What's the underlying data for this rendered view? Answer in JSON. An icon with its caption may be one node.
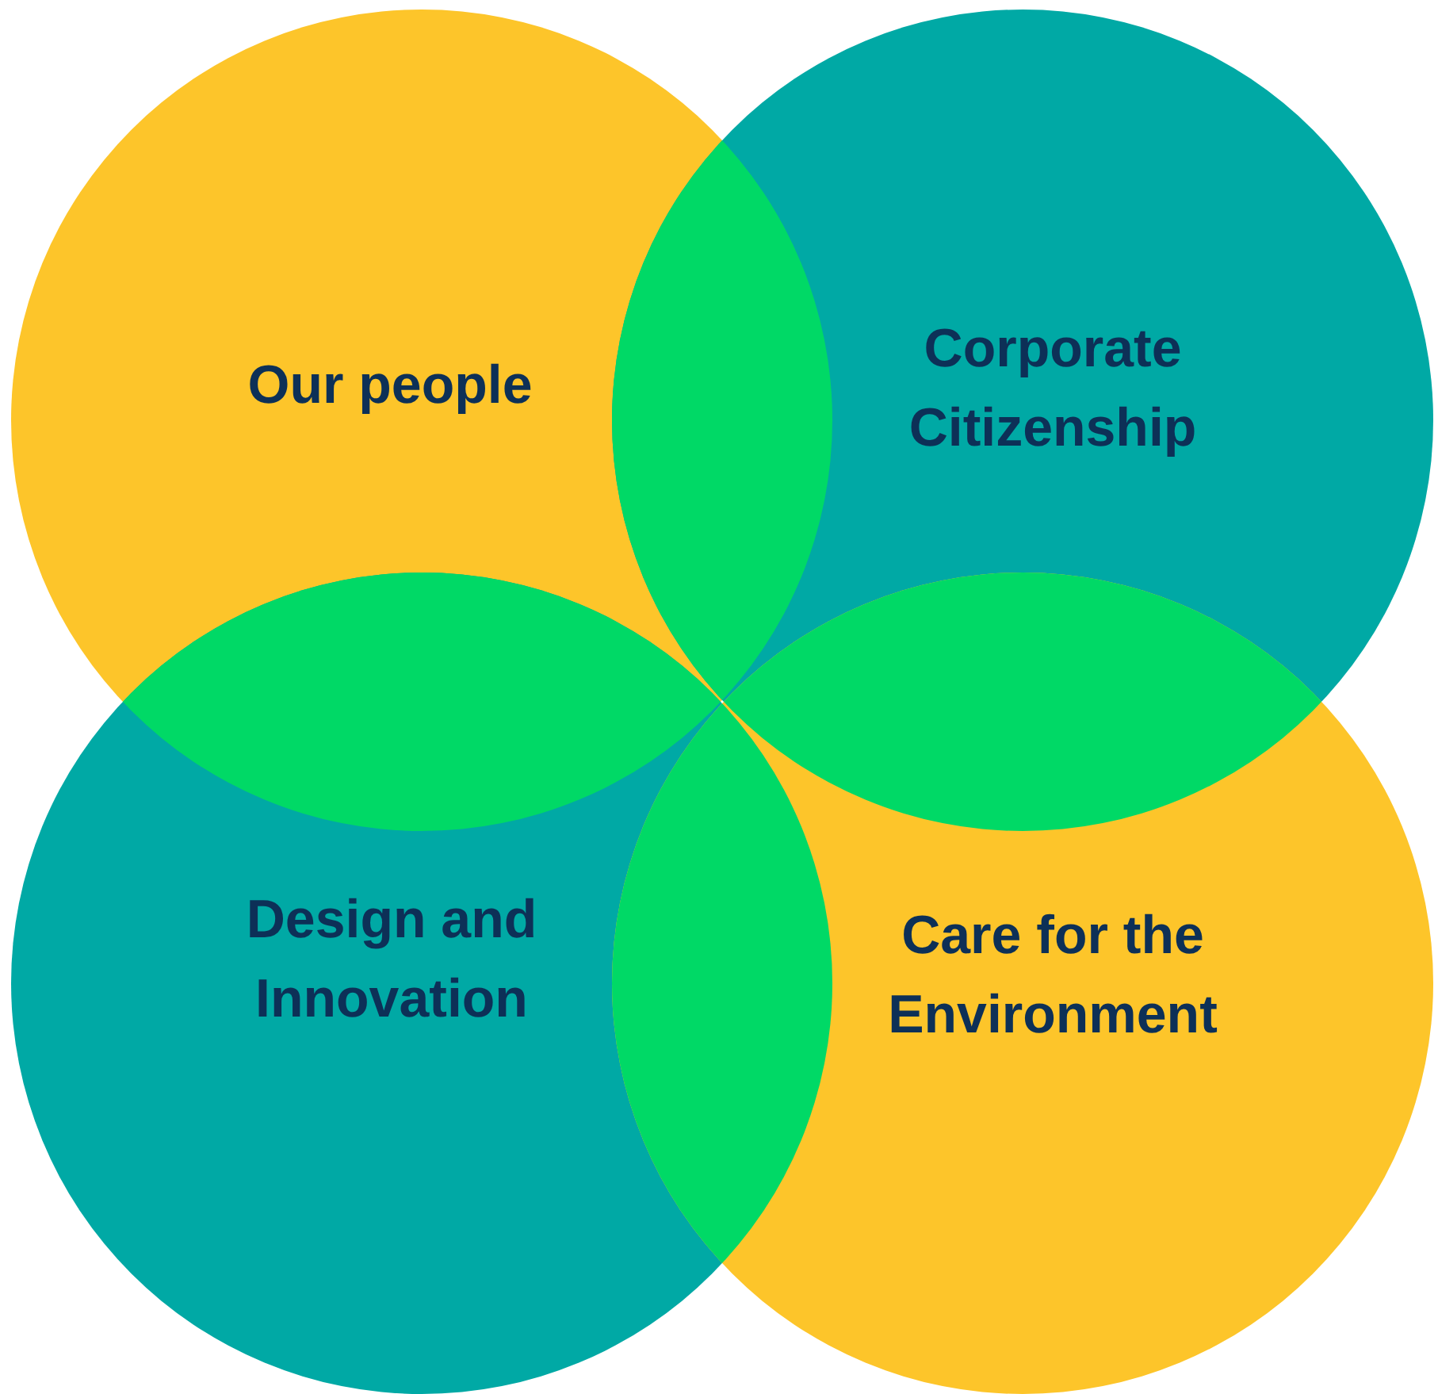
{
  "diagram": {
    "nodes": [
      {
        "text": [
          "Our people"
        ]
      },
      {
        "text": [
          "Corporate Citizenship"
        ]
      },
      {
        "text": [
          "Design and Innovation"
        ]
      },
      {
        "text": [
          "Care for the Environment"
        ]
      }
    ]
  }
}
